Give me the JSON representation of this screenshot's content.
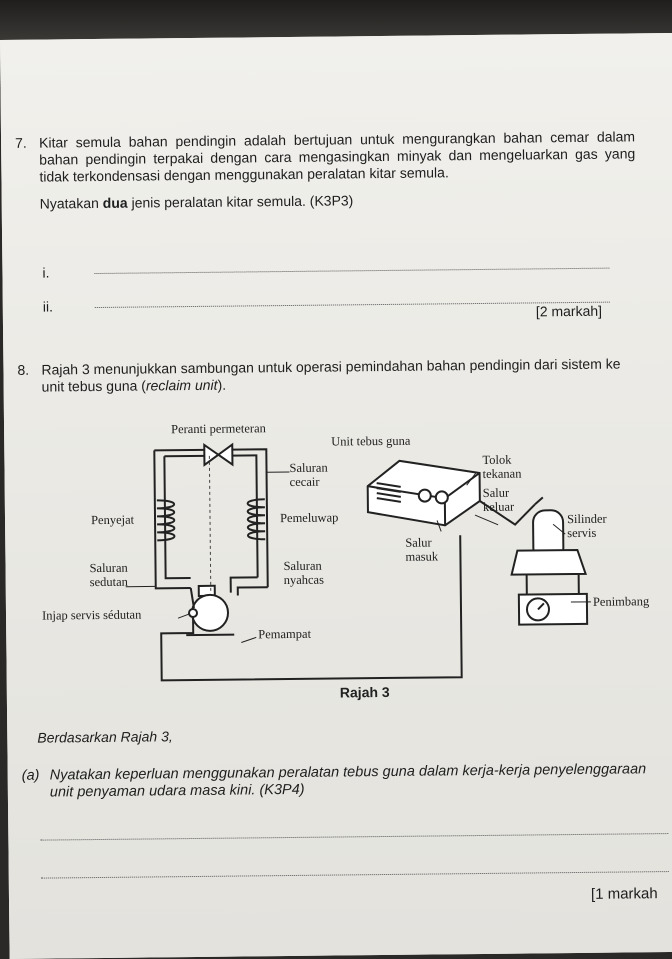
{
  "q7": {
    "number": "7.",
    "text": "Kitar semula bahan pendingin adalah bertujuan untuk mengurangkan bahan cemar dalam bahan pendingin terpakai dengan cara mengasingkan minyak dan mengeluarkan gas yang tidak terkondensasi dengan menggunakan peralatan kitar semula.",
    "instruction_pre": "Nyatakan ",
    "instruction_bold": "dua",
    "instruction_post": " jenis peralatan kitar semula. (K3P3)",
    "answers": [
      "i.",
      "ii."
    ],
    "marks": "[2 markah]"
  },
  "q8": {
    "number": "8.",
    "text_pre": "Rajah 3 menunjukkan sambungan untuk operasi pemindahan bahan pendingin dari sistem ke unit tebus guna (",
    "text_italic": "reclaim unit",
    "text_post": ")."
  },
  "diagram": {
    "caption": "Rajah 3",
    "labels": {
      "peranti": "Peranti permeteran",
      "unit": "Unit tebus guna",
      "saluran_cecair_1": "Saluran",
      "saluran_cecair_2": "cecair",
      "tolok_1": "Tolok",
      "tolok_2": "tekanan",
      "salur_keluar_1": "Salur",
      "salur_keluar_2": "keluar",
      "penyejat": "Penyejat",
      "pemeluwap": "Pemeluwap",
      "salur_masuk_1": "Salur",
      "salur_masuk_2": "masuk",
      "silinder_1": "Silinder",
      "silinder_2": "servis",
      "saluran_sedutan_1": "Saluran",
      "saluran_sedutan_2": "sedutan",
      "saluran_nyahcas_1": "Saluran",
      "saluran_nyahcas_2": "nyahcas",
      "injap": "Injap servis sédutan",
      "penimbang": "Penimbang",
      "pemampat": "Pemampat"
    }
  },
  "context": "Berdasarkan Rajah 3,",
  "qa": {
    "label": "(a)",
    "text": "Nyatakan keperluan menggunakan peralatan tebus guna dalam kerja-kerja penyelenggaraan unit penyaman udara masa kini. (K3P4)",
    "marks": "[1 markah"
  }
}
